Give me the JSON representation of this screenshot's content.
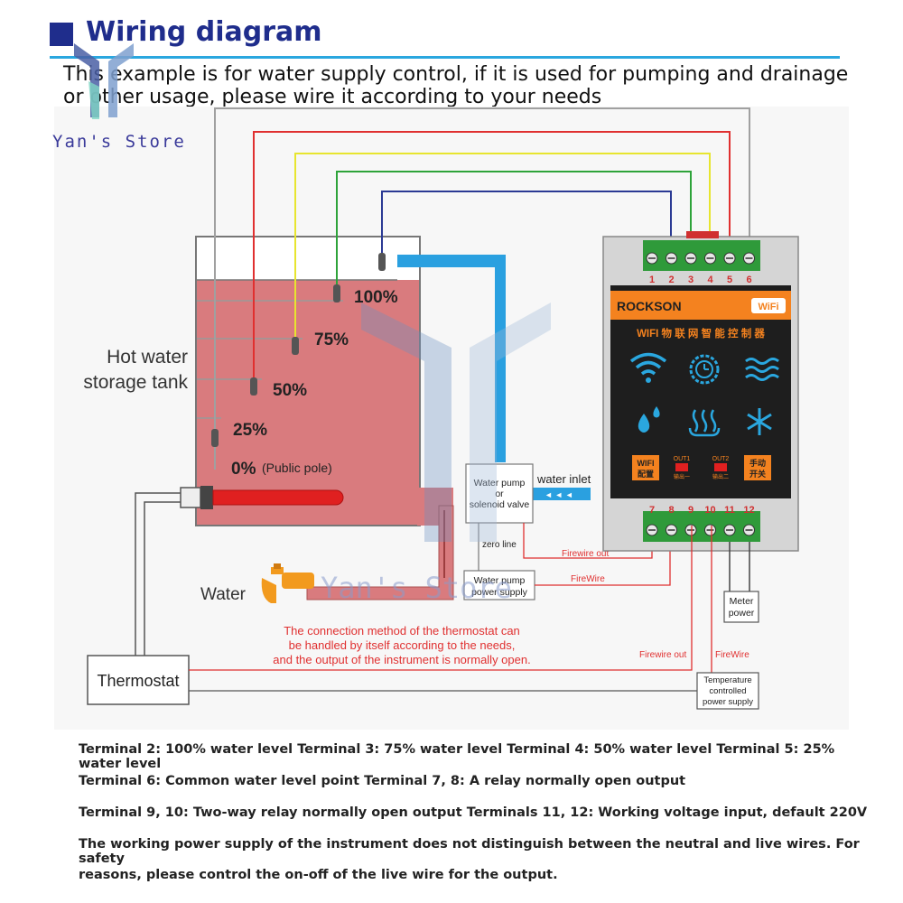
{
  "header": {
    "title": "Wiring diagram",
    "intro": "This example is for water supply control, if it is used for pumping and drainage or other usage, please wire it according to your needs"
  },
  "store": {
    "name": "Yan's Store",
    "watermark": "Yan's Store"
  },
  "tank": {
    "label_line1": "Hot water",
    "label_line2": "storage tank",
    "levels": [
      "100%",
      "75%",
      "50%",
      "25%",
      "0%"
    ],
    "public_pole": "(Public pole)"
  },
  "device": {
    "brand": "ROCKSON",
    "wifi_badge": "WiFi",
    "subtitle": "WIFI 物 联 网 智 能 控 制 器",
    "top_terminals": [
      "1",
      "2",
      "3",
      "4",
      "5",
      "6"
    ],
    "bottom_terminals": [
      "7",
      "8",
      "9",
      "10",
      "11",
      "12"
    ],
    "wifi_button": "WIFI\n配置",
    "out1": "OUT1",
    "out1_sub": "输出一",
    "out2": "OUT2",
    "out2_sub": "输出二",
    "manual_button": "手动\n开关"
  },
  "components": {
    "pump_line1": "Water pump",
    "pump_line2": "or",
    "pump_line3": "solenoid valve",
    "water_inlet": "water inlet",
    "zero_line": "zero line",
    "pump_power_line1": "Water pump",
    "pump_power_line2": "power supply",
    "firewire_out_1": "Firewire out",
    "firewire_1": "FireWire",
    "water": "Water",
    "meter_power_line1": "Meter",
    "meter_power_line2": "power",
    "thermostat": "Thermostat",
    "thermo_note_line1": "The connection method of the thermostat can",
    "thermo_note_line2": "be handled by itself according to the needs,",
    "thermo_note_line3": "and the output of the instrument is normally open.",
    "firewire_out_2": "Firewire out",
    "firewire_2": "FireWire",
    "temp_power_line1": "Temperature",
    "temp_power_line2": "controlled",
    "temp_power_line3": "power supply"
  },
  "notes": [
    "Terminal 2: 100% water level   Terminal 3: 75% water level   Terminal 4: 50% water level   Terminal 5: 25% water level",
    "Terminal 6: Common water level point   Terminal 7, 8: A relay normally open output",
    "Terminal 9, 10: Two-way relay normally open output   Terminals 11, 12: Working voltage input, default 220V",
    "The working power supply of the instrument does not distinguish between the neutral and live wires. For safety",
    "reasons, please control the on-off of the live wire for the output."
  ],
  "colors": {
    "title_blue": "#1f2d8c",
    "accent_cyan": "#2aa7df",
    "tank_water": "#d97b7e",
    "device_orange": "#f4821f",
    "device_panel": "#1e1e1e",
    "terminal_green": "#2f9a3a",
    "wire_red": "#e03030",
    "wire_yellow": "#e7e52f",
    "wire_green": "#2ea33a",
    "wire_blue": "#2b3a94",
    "wire_gray": "#a0a0a0",
    "pipe_blue": "#2aa0e0"
  }
}
